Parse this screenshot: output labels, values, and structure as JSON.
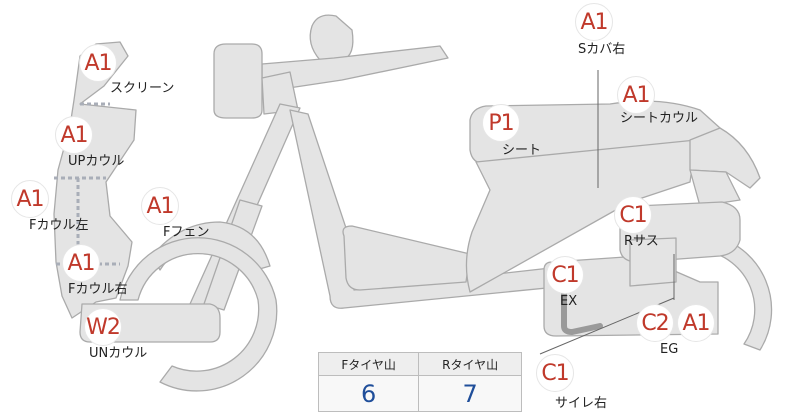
{
  "parts": [
    {
      "id": "screen",
      "grade": "A1",
      "label": "スクリーン"
    },
    {
      "id": "up-cowl",
      "grade": "A1",
      "label": "UPカウル"
    },
    {
      "id": "f-cowl-left",
      "grade": "A1",
      "label": "Fカウル左"
    },
    {
      "id": "f-cowl-right",
      "grade": "A1",
      "label": "Fカウル右"
    },
    {
      "id": "un-cowl",
      "grade": "W2",
      "label": "UNカウル"
    },
    {
      "id": "f-fender",
      "grade": "A1",
      "label": "Fフェン"
    },
    {
      "id": "seat",
      "grade": "P1",
      "label": "シート"
    },
    {
      "id": "s-cover-right",
      "grade": "A1",
      "label": "Sカバ右"
    },
    {
      "id": "seat-cowl",
      "grade": "A1",
      "label": "シートカウル"
    },
    {
      "id": "r-sus",
      "grade": "C1",
      "label": "Rサス"
    },
    {
      "id": "ex",
      "grade": "C1",
      "label": "EX"
    },
    {
      "id": "eg",
      "grade": "C2",
      "label": "EG"
    },
    {
      "id": "eg-2",
      "grade": "A1",
      "label": ""
    },
    {
      "id": "side-stand-right",
      "grade": "C1",
      "label": "サイレ右"
    }
  ],
  "tire_table": {
    "headers": [
      "Fタイヤ山",
      "Rタイヤ山"
    ],
    "values": [
      "6",
      "7"
    ]
  },
  "colors": {
    "body_fill": "#e4e4e4",
    "outline": "#aaaaaa",
    "grade_text": "#c0392b",
    "value_text": "#1f4e9a",
    "dotted": "#a9aeb8"
  }
}
